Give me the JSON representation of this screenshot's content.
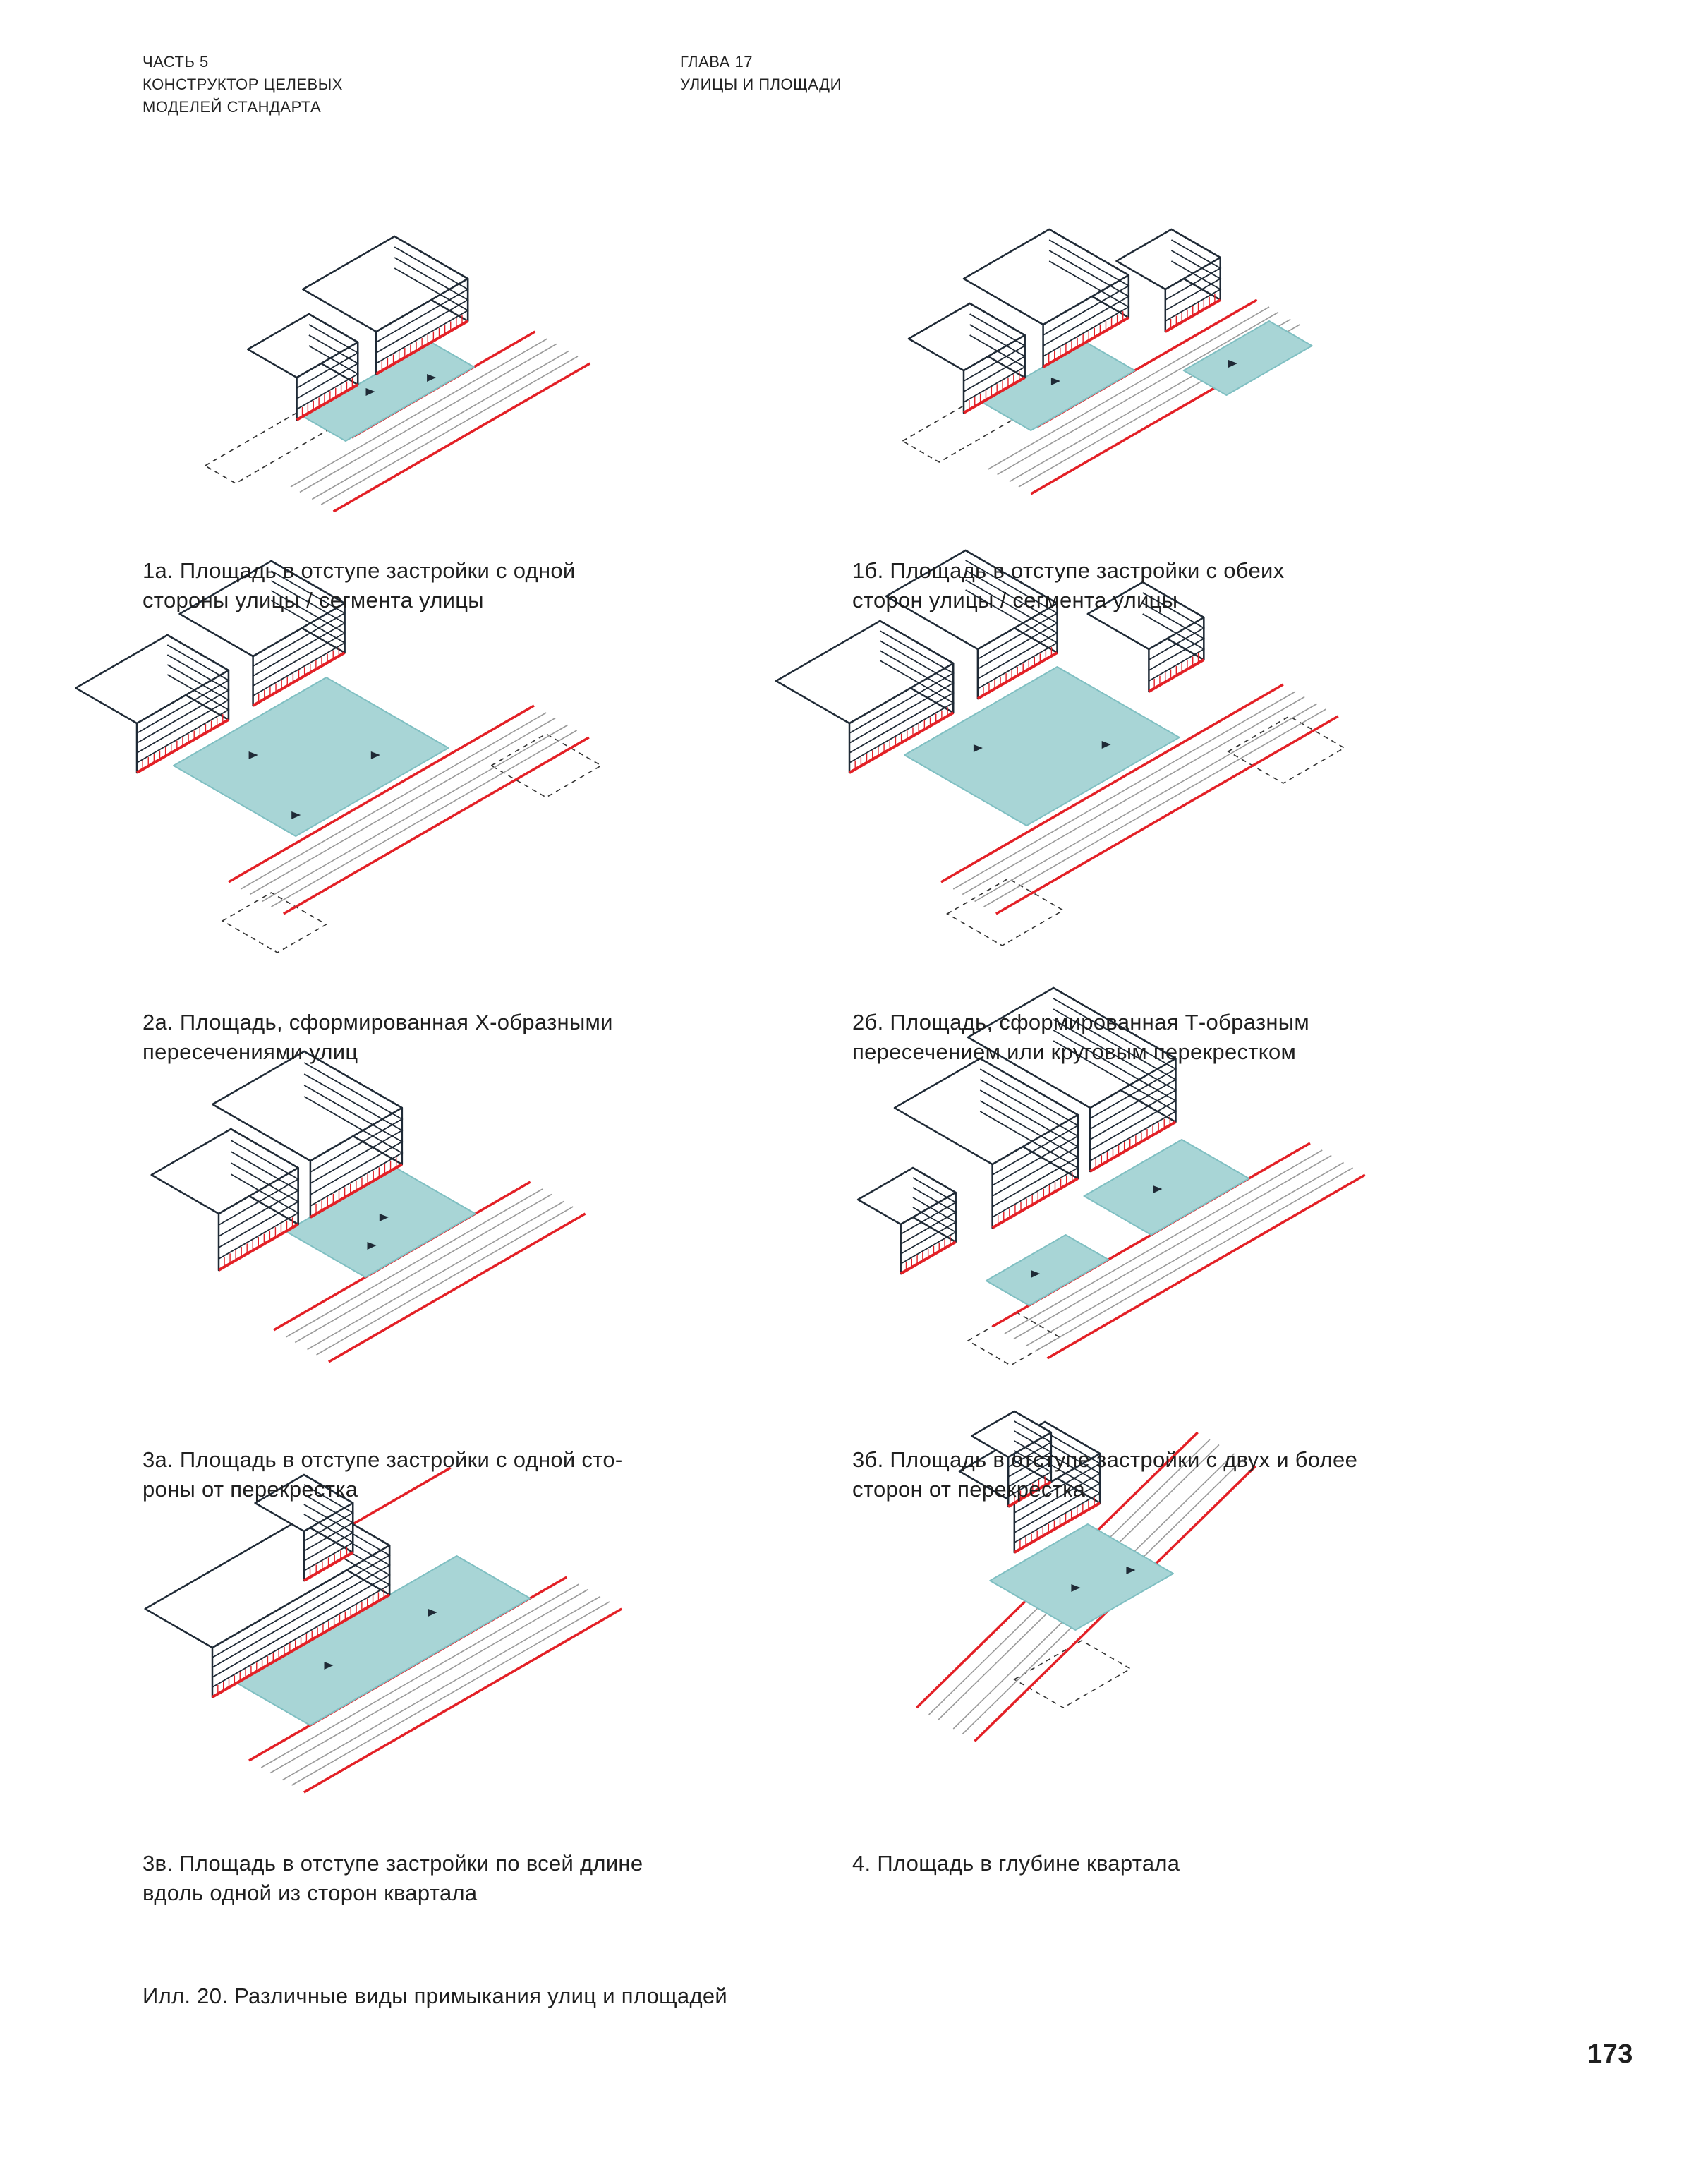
{
  "header": {
    "left": [
      "ЧАСТЬ 5",
      "КОНСТРУКТОР ЦЕЛЕВЫХ",
      "МОДЕЛЕЙ СТАНДАРТА"
    ],
    "right": [
      "ГЛАВА 17",
      "УЛИЦЫ И ПЛОЩАДИ"
    ]
  },
  "figures": [
    {
      "id": "1a",
      "caption": [
        "1а. Площадь в отступе застройки с одной",
        "стороны улицы / сегмента улицы"
      ]
    },
    {
      "id": "1b",
      "caption": [
        "1б. Площадь в отступе застройки с обеих",
        "сторон улицы / сегмента улицы"
      ]
    },
    {
      "id": "2a",
      "caption": [
        "2а. Площадь, сформированная Х-образными",
        "пересечениями улиц"
      ]
    },
    {
      "id": "2b",
      "caption": [
        "2б. Площадь, сформированная Т-образным",
        "пересечением или круговым перекрестком"
      ]
    },
    {
      "id": "3a",
      "caption": [
        "3а. Площадь в отступе застройки с одной сто-",
        "роны от перекрестка"
      ]
    },
    {
      "id": "3b",
      "caption": [
        "3б. Площадь в отступе застройки с двух и более",
        "сторон от перекрестка"
      ]
    },
    {
      "id": "3v",
      "caption": [
        "3в. Площадь в отступе застройки по всей длине",
        "вдоль одной из сторон квартала"
      ]
    },
    {
      "id": "4",
      "caption": [
        "4. Площадь в глубине квартала"
      ]
    }
  ],
  "illustration_caption": "Илл. 20. Различные виды примыкания улиц и площадей",
  "page_number": "173",
  "colors": {
    "plaza_fill": "#a8d5d6",
    "plaza_stroke": "#7fbfc2",
    "frontage_red": "#e32026",
    "street_line": "#9a9a9a",
    "building_outline": "#1f2a36"
  }
}
